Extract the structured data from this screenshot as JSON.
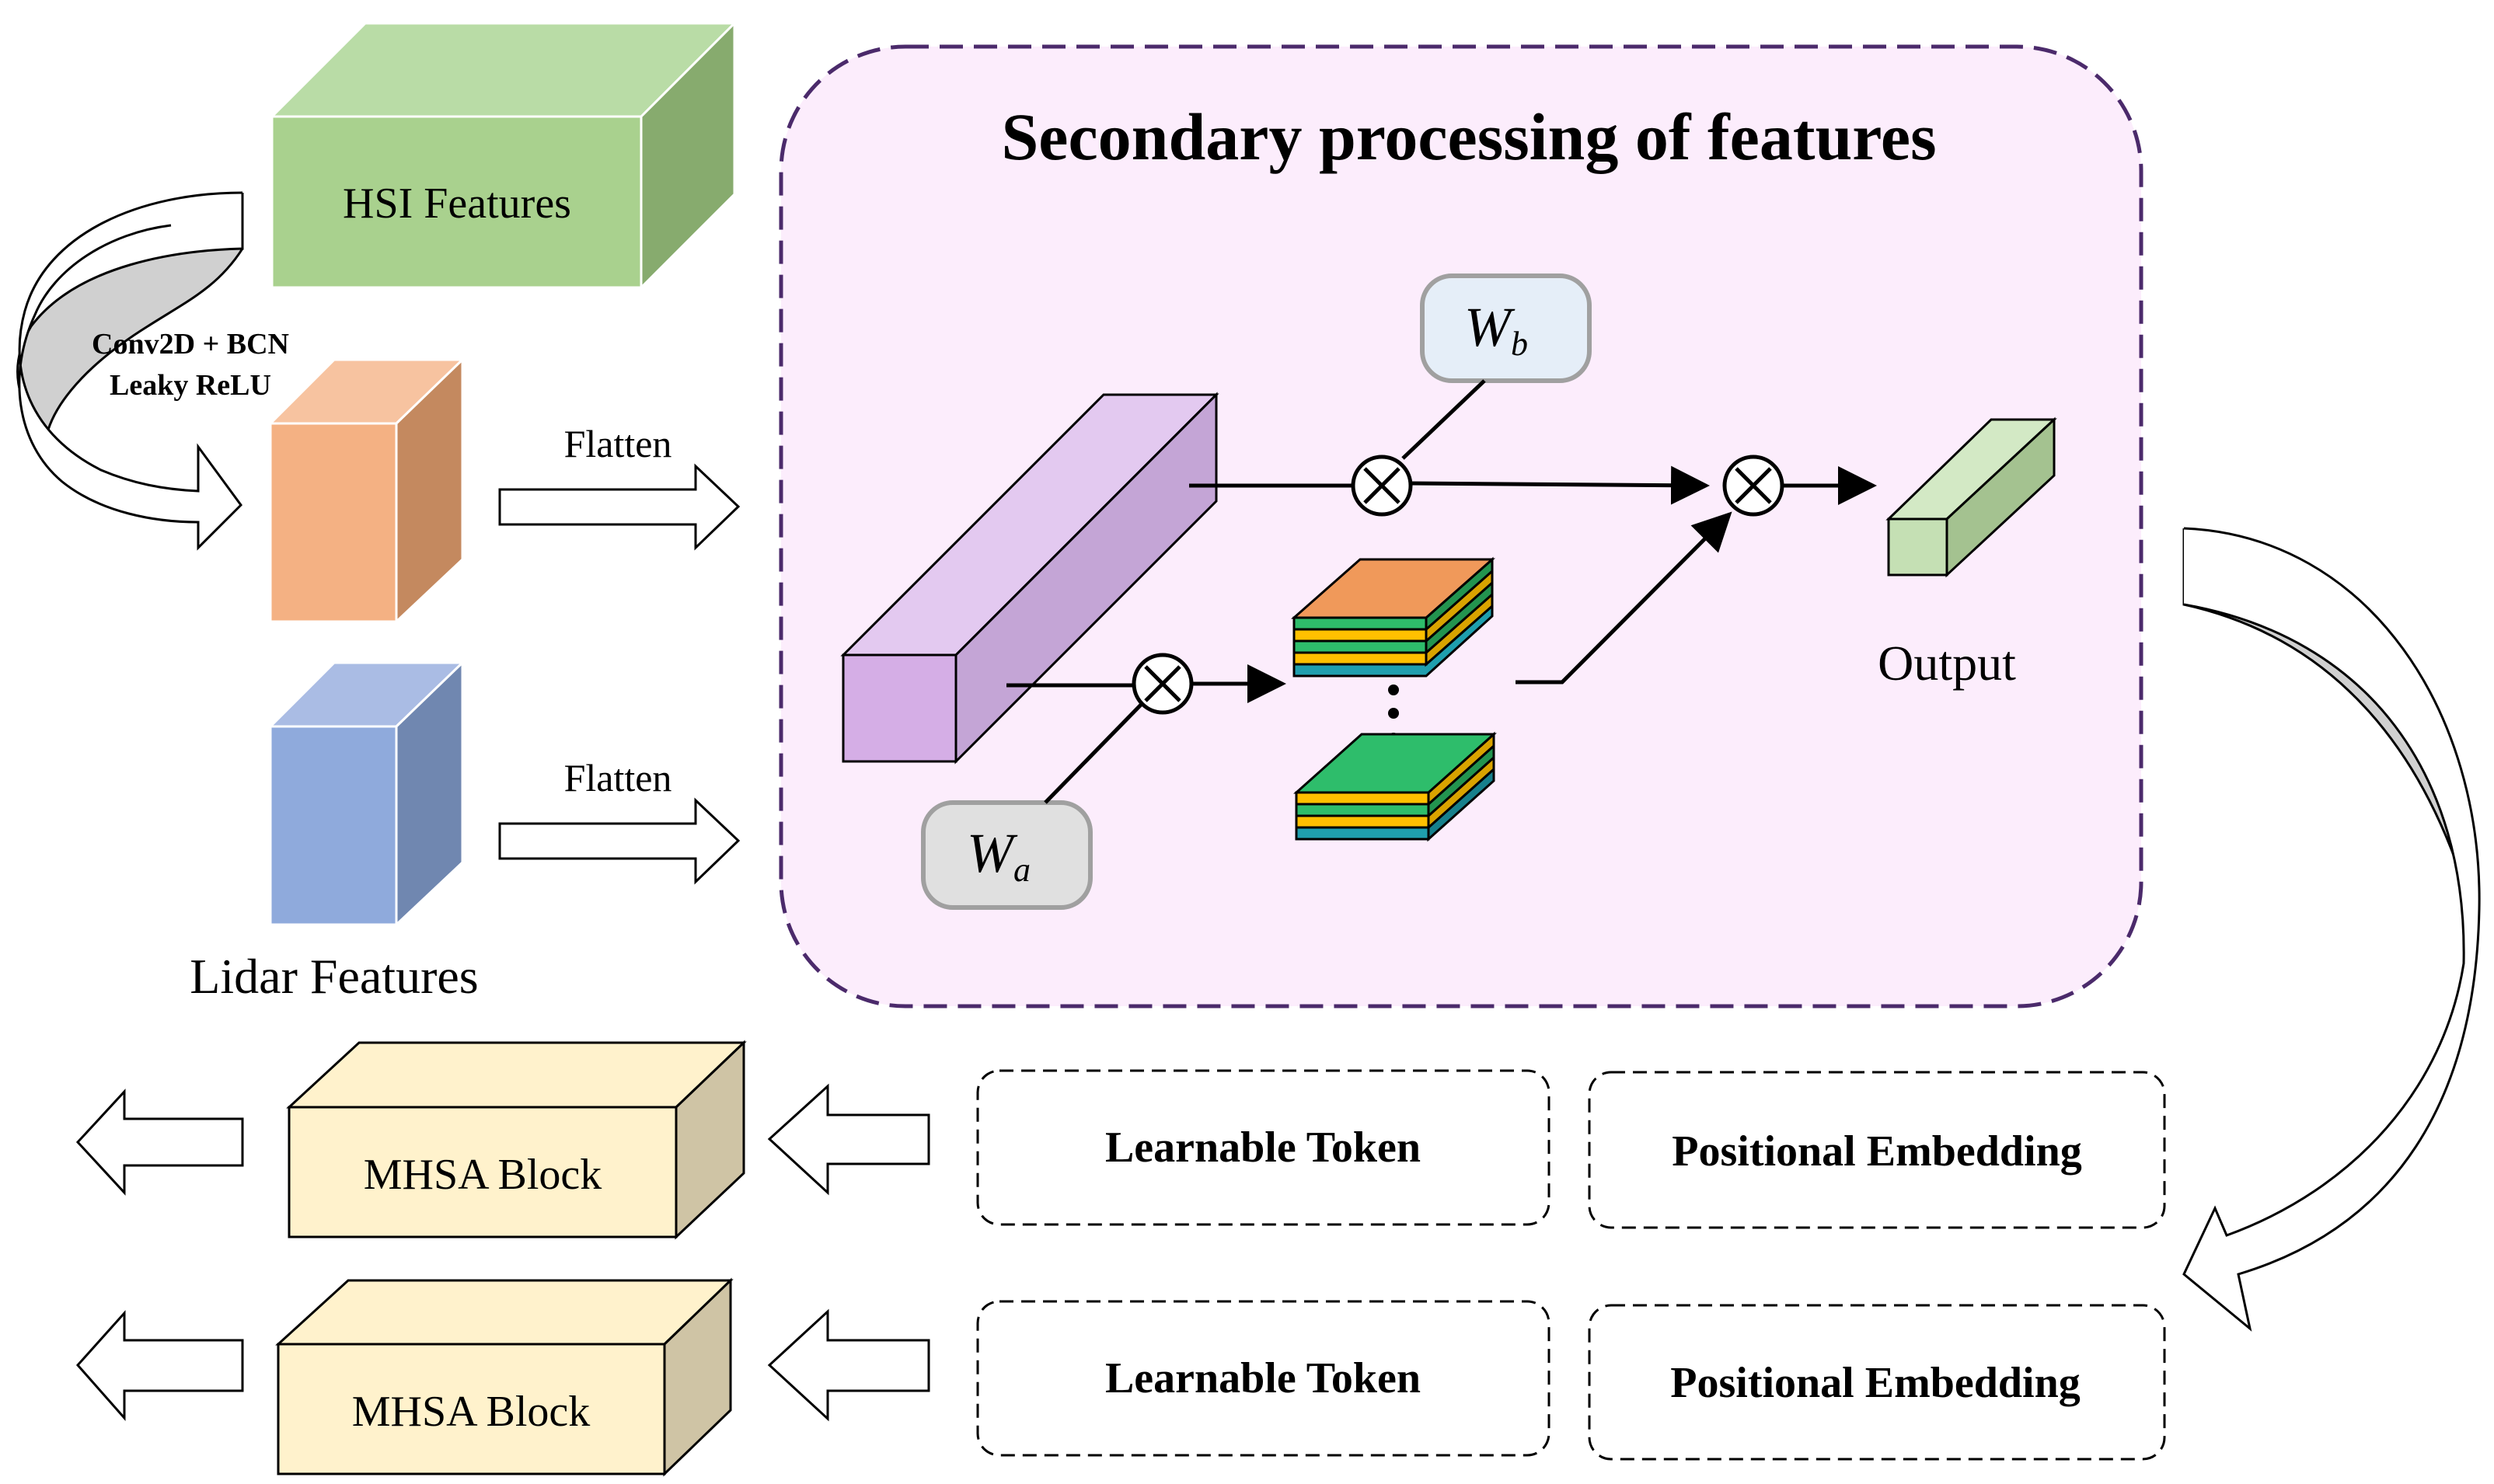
{
  "diagram": {
    "title": "Secondary processing of features",
    "hsi_label": "HSI Features",
    "conv_line1": "Conv2D +  BCN",
    "conv_line2": "Leaky ReLU",
    "flatten_top": "Flatten",
    "flatten_bottom": "Flatten",
    "lidar_label": "Lidar Features",
    "wb_main": "W",
    "wb_sub": "b",
    "wa_main": "W",
    "wa_sub": "a",
    "output_label": "Output",
    "row1": {
      "mhsa_label": "MHSA Block",
      "token_label": "Learnable Token",
      "pos_label": "Positional Embedding"
    },
    "row2": {
      "mhsa_label": "MHSA Block",
      "token_label": "Learnable Token",
      "pos_label": "Positional Embedding"
    }
  },
  "colors": {
    "hsi": "#a9d18e",
    "conv_block": "#f4b183",
    "lidar": "#8faadc",
    "purple_block": "#d9bde9",
    "output_block": "#c5e0b4",
    "mhsa": "#fff2cc",
    "panel_fill": "#fcedfc",
    "panel_border": "#4b2a6b",
    "orange_layer": "#f0995a",
    "green_layer": "#2ebd6b",
    "yellow_layer": "#ffc000",
    "teal_layer": "#1f9fae"
  }
}
